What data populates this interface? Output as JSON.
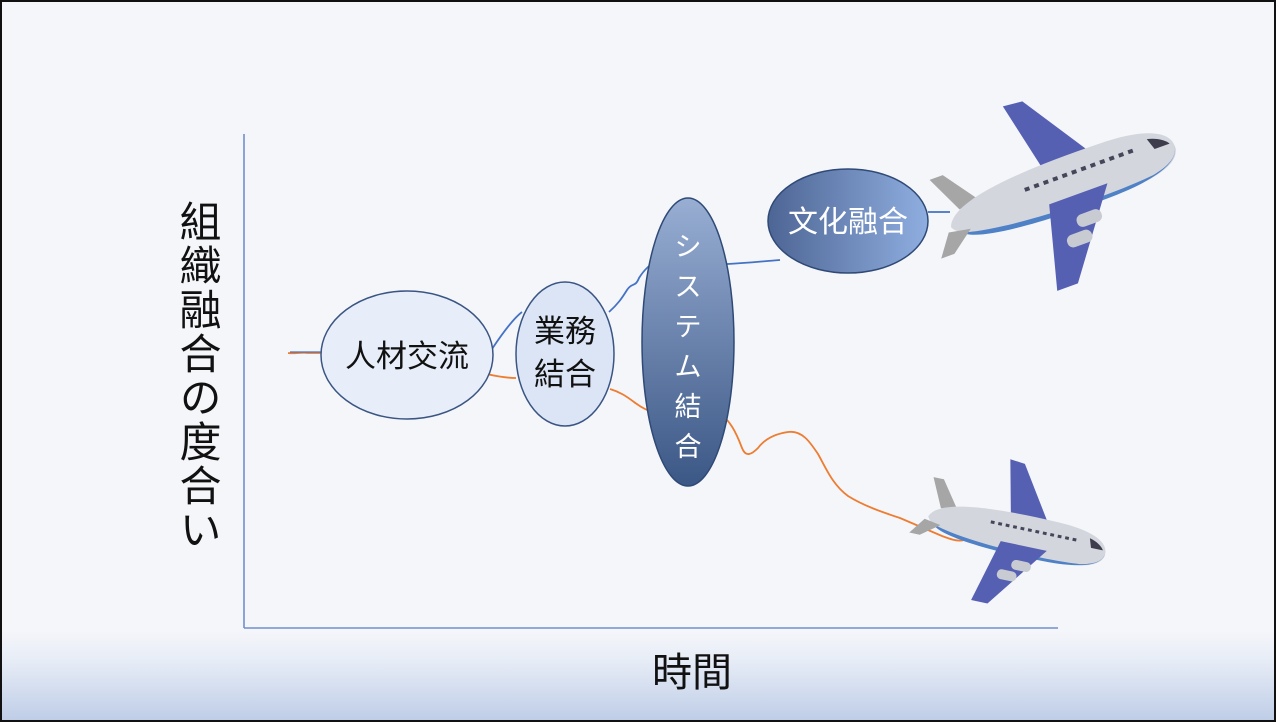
{
  "axis": {
    "y_label": "組織融合の度合い",
    "x_label": "時間"
  },
  "stages": [
    {
      "lines": [
        "人材交流"
      ]
    },
    {
      "lines": [
        "業務",
        "結合"
      ]
    },
    {
      "lines": [
        "シ",
        "ス",
        "テ",
        "ム",
        "結",
        "合"
      ]
    },
    {
      "lines": [
        "文化融合"
      ]
    }
  ],
  "paths": {
    "success_color": "#4472c4",
    "failure_color": "#ed7d31",
    "airplane_success": "airplane-ascending-icon",
    "airplane_failure": "airplane-descending-icon"
  }
}
